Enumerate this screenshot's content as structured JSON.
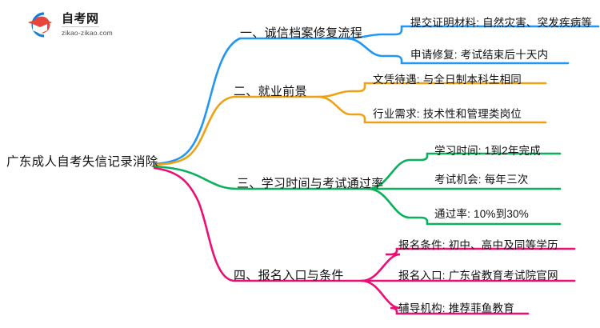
{
  "logo": {
    "name": "自考网",
    "domain": "zikao-zikao.com",
    "mark_icon": "graduation-cap-icon"
  },
  "mindmap": {
    "root": {
      "label": "广东成人自考失信记录消除"
    },
    "branches": [
      {
        "index": "1",
        "label": "一、诚信档案修复流程",
        "color": "#2196f3",
        "leaves": [
          {
            "label": "提交证明材料: 自然灾害、突发疾病等"
          },
          {
            "label": "申请修复: 考试结束后十天内"
          }
        ]
      },
      {
        "index": "2",
        "label": "二、就业前景",
        "color": "#eda113",
        "leaves": [
          {
            "label": "文凭待遇: 与全日制本科生相同"
          },
          {
            "label": "行业需求: 技术性和管理类岗位"
          }
        ]
      },
      {
        "index": "3",
        "label": "三、学习时间与考试通过率",
        "color": "#0bb05b",
        "leaves": [
          {
            "label": "学习时间: 1到2年完成"
          },
          {
            "label": "考试机会: 每年三次"
          },
          {
            "label": "通过率: 10%到30%"
          }
        ]
      },
      {
        "index": "4",
        "label": "四、报名入口与条件",
        "color": "#ec0e72",
        "leaves": [
          {
            "label": "报名条件: 初中、高中及同等学历"
          },
          {
            "label": "报名入口: 广东省教育考试院官网"
          },
          {
            "label": "辅导机构: 推荐菲鱼教育"
          }
        ]
      }
    ]
  }
}
